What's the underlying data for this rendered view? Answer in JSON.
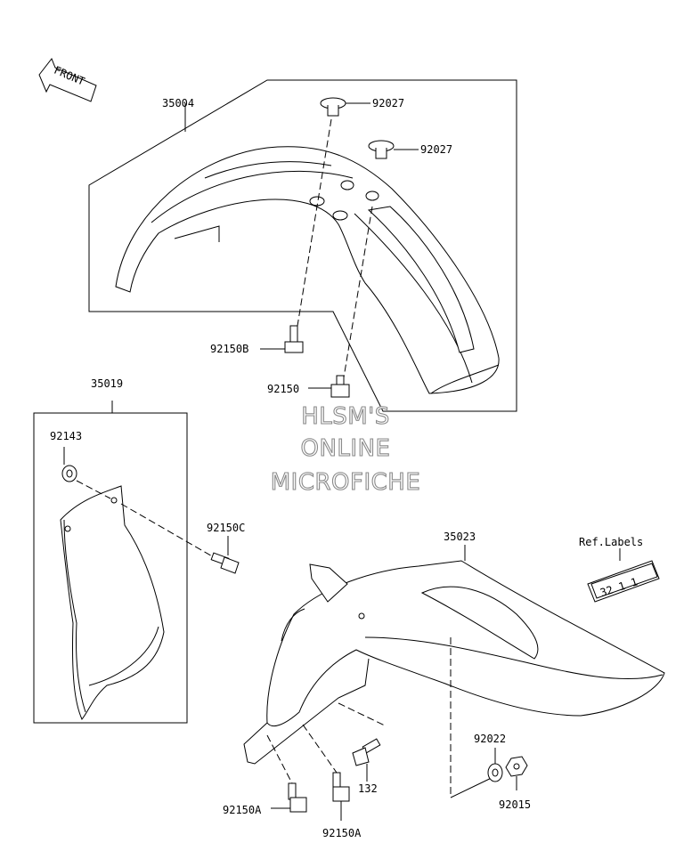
{
  "front_arrow": {
    "label": "FRONT"
  },
  "labels": {
    "front_fender": "35004",
    "cap_bolt_upper": "92027",
    "cap_bolt_right": "92027",
    "bolt_b": "92150B",
    "bolt_front": "92150",
    "flap": "35019",
    "collar": "92143",
    "bolt_c": "92150C",
    "rear_fender": "35023",
    "ref_labels": "Ref.Labels",
    "washer": "92022",
    "bolt_132": "132",
    "nut": "92015",
    "bolt_a_left": "92150A",
    "bolt_a_bottom": "92150A"
  },
  "ref_label_sticker": {
    "text": "32 1 1"
  },
  "watermark": {
    "line1": "HLSM'S",
    "line2": "ONLINE",
    "line3": "MICROFICHE",
    "color": "#8a8a8a"
  }
}
